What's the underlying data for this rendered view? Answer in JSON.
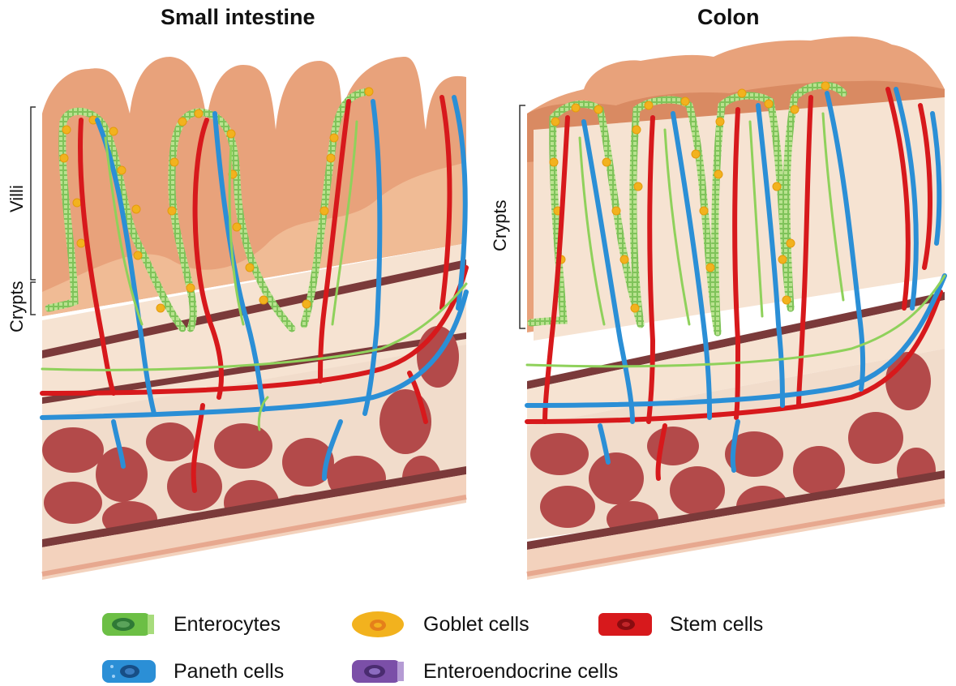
{
  "titles": {
    "left": "Small intestine",
    "right": "Colon"
  },
  "brackets": {
    "villi": "Villi",
    "crypts_left": "Crypts",
    "crypts_right": "Crypts"
  },
  "legend": [
    {
      "label": "Enterocytes",
      "icon": "enterocyte-icon",
      "color": "#6cbf45"
    },
    {
      "label": "Goblet cells",
      "icon": "goblet-cell-icon",
      "color": "#f2b21e"
    },
    {
      "label": "Stem cells",
      "icon": "stem-cell-icon",
      "color": "#d7191c"
    },
    {
      "label": "Paneth cells",
      "icon": "paneth-cell-icon",
      "color": "#2b8fd6"
    },
    {
      "label": "Enteroendocrine cells",
      "icon": "enteroendocrine-cell-icon",
      "color": "#7b4fa8"
    }
  ],
  "colors": {
    "tissue": "#e8a27b",
    "tissue_light": "#f6e3d2",
    "muscle": "#b34a4a",
    "artery": "#d7191c",
    "vein": "#2b8fd6",
    "lymph": "#8fd15b"
  }
}
